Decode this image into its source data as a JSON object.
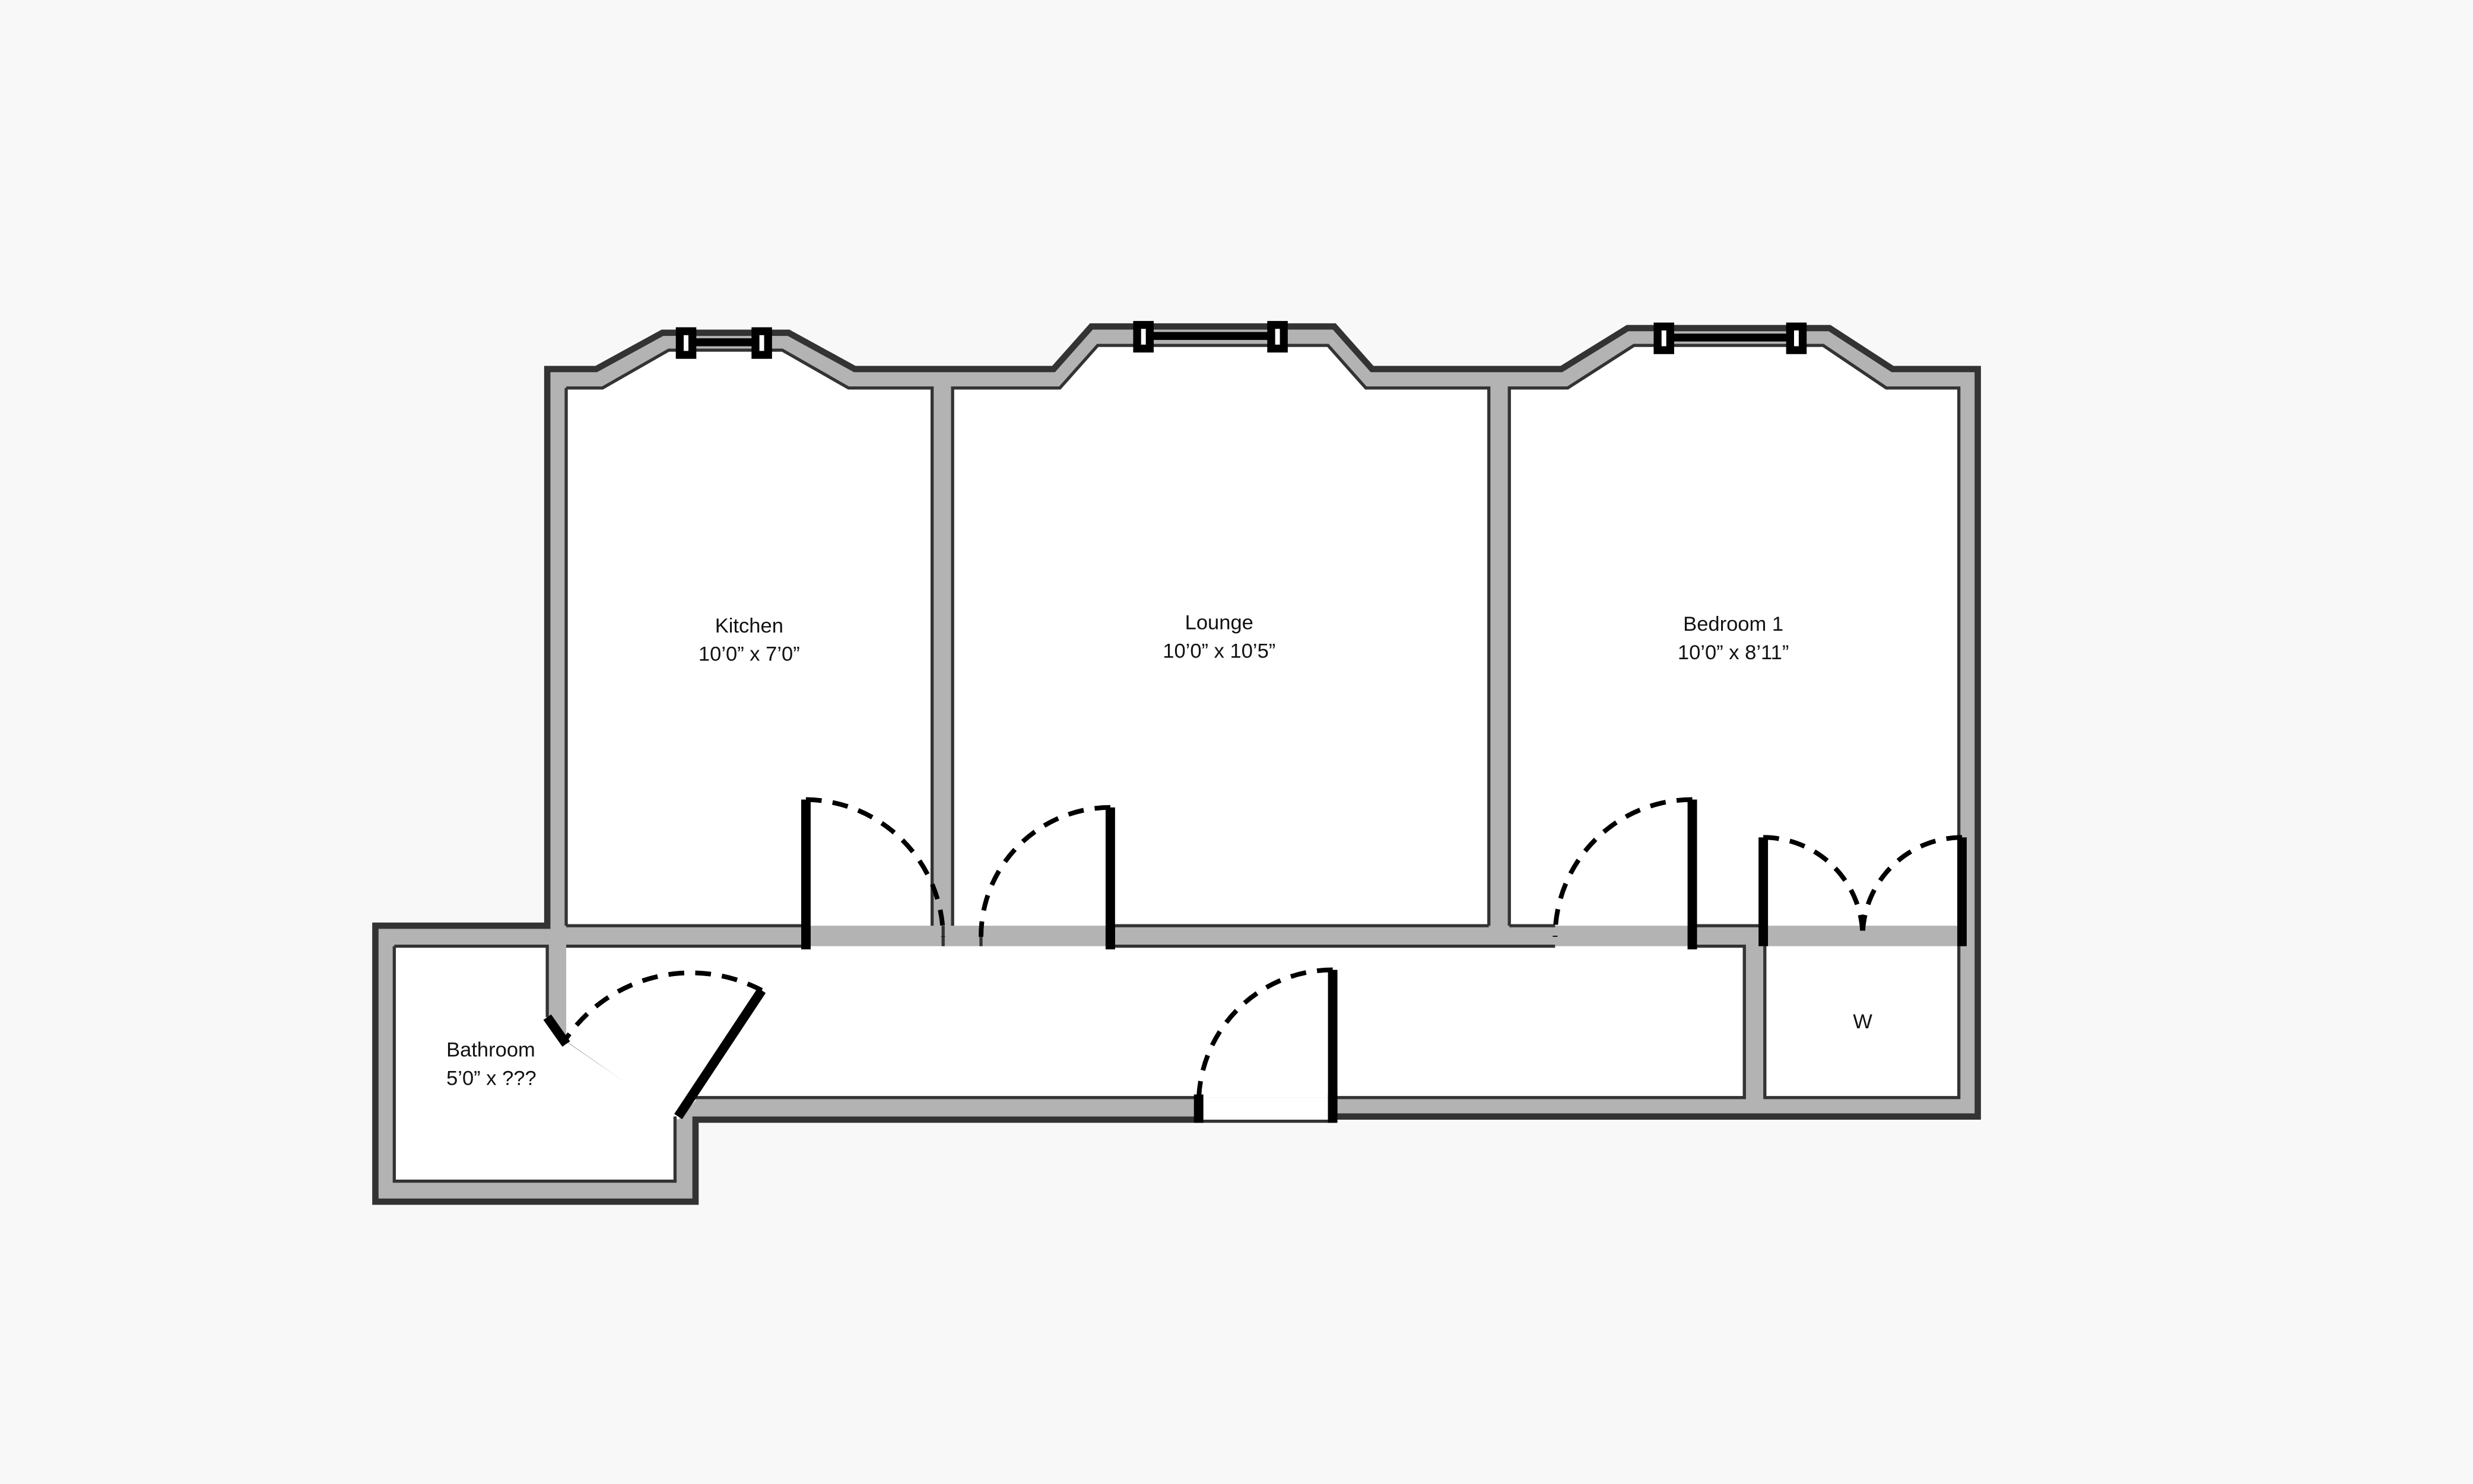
{
  "rooms": {
    "kitchen": {
      "name": "Kitchen",
      "size": "10’0” x 7’0”"
    },
    "lounge": {
      "name": "Lounge",
      "size": "10’0” x 10’5”"
    },
    "bedroom1": {
      "name": "Bedroom 1",
      "size": "10’0” x 8’11”"
    },
    "bathroom": {
      "name": "Bathroom",
      "size": "5’0” x ???"
    },
    "wardrobe": {
      "name": "W"
    }
  },
  "colors": {
    "background": "#f8f8f8",
    "wall_fill": "#b3b3b3",
    "wall_outline": "#333333",
    "floor": "#ffffff"
  }
}
